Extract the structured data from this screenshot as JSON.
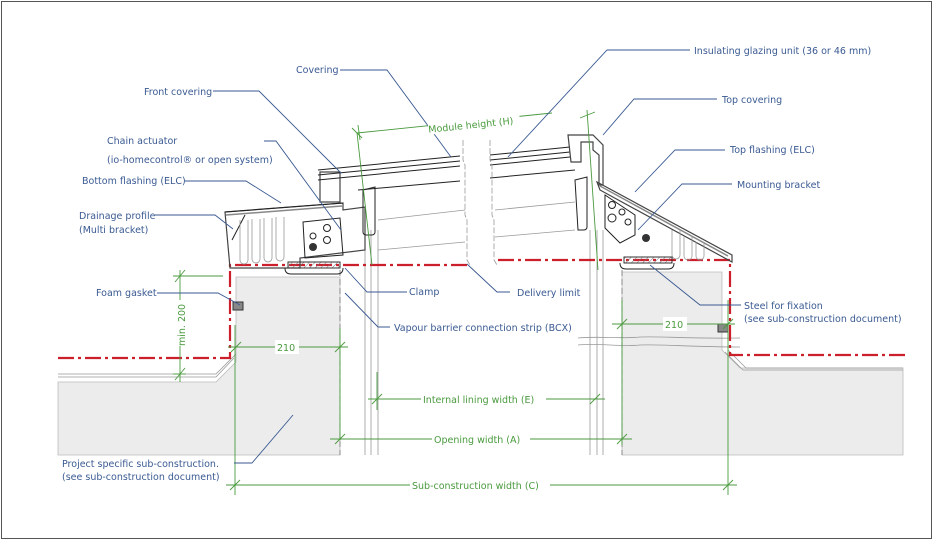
{
  "labels": {
    "covering": "Covering",
    "front_covering": "Front covering",
    "chain_actuator": "Chain actuator",
    "chain_actuator_sub": "(io-homecontrol® or open system)",
    "bottom_flashing": "Bottom flashing (ELC)",
    "drainage_profile": "Drainage profile",
    "drainage_profile_sub": "(Multi bracket)",
    "foam_gasket": "Foam gasket",
    "clamp": "Clamp",
    "delivery_limit": "Delivery limit",
    "vapour_barrier": "Vapour barrier connection strip (BCX)",
    "insulating_glazing": "Insulating glazing unit (36 or 46 mm)",
    "top_covering": "Top covering",
    "top_flashing": "Top flashing (ELC)",
    "mounting_bracket": "Mounting bracket",
    "steel_fixation": "Steel for fixation",
    "steel_fixation_sub": "(see sub-construction document)",
    "project_subconstruction": "Project specific sub-construction.",
    "project_subconstruction_sub": "(see sub-construction document)"
  },
  "dimensions": {
    "module_height": "Module height (H)",
    "min_200": "min. 200",
    "left_210": "210",
    "right_210": "210",
    "internal_lining": "Internal lining width (E)",
    "opening_width": "Opening width (A)",
    "subconstruction_width": "Sub-construction width (C)"
  },
  "colors": {
    "label": "#3a5a92",
    "dimension": "#4a9a3e",
    "delivery_limit": "#cc1f2c",
    "wall_fill": "#ececec"
  }
}
